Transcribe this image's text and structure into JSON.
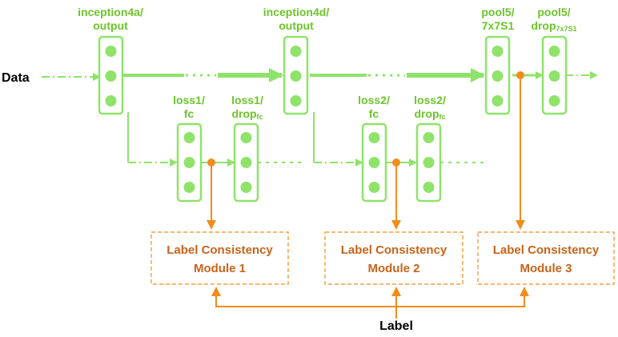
{
  "colors": {
    "green": "#8fe36a",
    "green_dark": "#6cc42a",
    "orange": "#f28c1c",
    "orange_text": "#c8641a"
  },
  "labels": {
    "data": "Data",
    "label": "Label",
    "inception4a_line1": "inception4a/",
    "inception4a_line2": "output",
    "inception4d_line1": "inception4d/",
    "inception4d_line2": "output",
    "pool5a_line1": "pool5/",
    "pool5a_line2": "7x7S1",
    "pool5b_line1": "pool5/",
    "pool5b_line2_main": "drop",
    "pool5b_line2_sub": "7x7S1",
    "loss1fc_line1": "loss1/",
    "loss1fc_line2": "fc",
    "loss1drop_line1": "loss1/",
    "loss1drop_line2_main": "drop",
    "loss1drop_line2_sub": "fc",
    "loss2fc_line1": "loss2/",
    "loss2fc_line2": "fc",
    "loss2drop_line1": "loss2/",
    "loss2drop_line2_main": "drop",
    "loss2drop_line2_sub": "fc"
  },
  "modules": [
    {
      "line1": "Label Consistency",
      "line2": "Module 1"
    },
    {
      "line1": "Label Consistency",
      "line2": "Module 2"
    },
    {
      "line1": "Label Consistency",
      "line2": "Module 3"
    }
  ]
}
